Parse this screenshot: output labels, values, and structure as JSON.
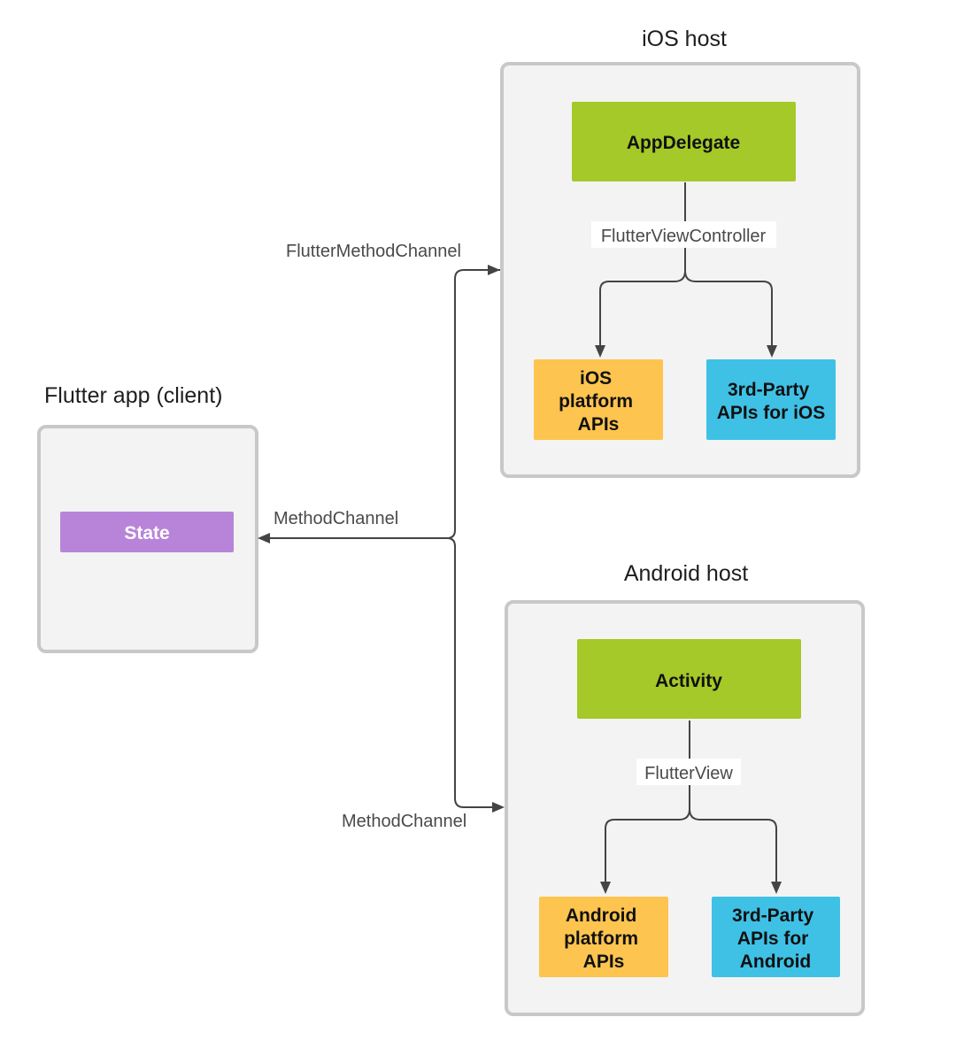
{
  "client": {
    "title": "Flutter app (client)",
    "state_label": "State"
  },
  "ios_host": {
    "title": "iOS host",
    "entry_label": "AppDelegate",
    "view_label": "FlutterViewController",
    "platform_apis_lines": [
      "iOS",
      "platform",
      "APIs"
    ],
    "third_party_lines": [
      "3rd-Party",
      "APIs for iOS"
    ]
  },
  "android_host": {
    "title": "Android host",
    "entry_label": "Activity",
    "view_label": "FlutterView",
    "platform_apis_lines": [
      "Android",
      "platform",
      "APIs"
    ],
    "third_party_lines": [
      "3rd-Party",
      "APIs for",
      "Android"
    ]
  },
  "channels": {
    "client_channel": "MethodChannel",
    "ios_channel": "FlutterMethodChannel",
    "android_channel": "MethodChannel"
  },
  "colors": {
    "entry": "#a4c928",
    "platform_apis": "#fdc44f",
    "third_party": "#3fc1e6",
    "state": "#b884d9",
    "container": "#f3f3f3"
  }
}
